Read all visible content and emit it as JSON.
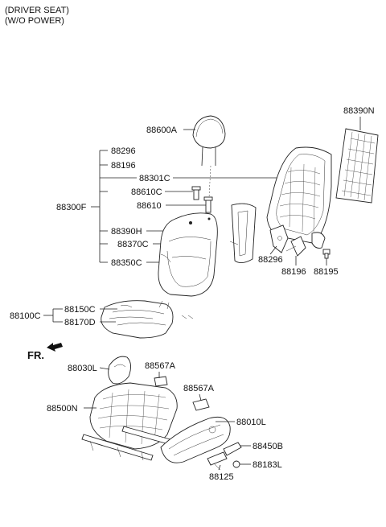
{
  "header": {
    "line1": "(DRIVER SEAT)",
    "line2": "(W/O POWER)"
  },
  "front_label": "FR.",
  "labels": {
    "p88600A": "88600A",
    "p88296_top": "88296",
    "p88196_top": "88196",
    "p88301C": "88301C",
    "p88610C": "88610C",
    "p88300F": "88300F",
    "p88610": "88610",
    "p88390H": "88390H",
    "p88370C": "88370C",
    "p88350C": "88350C",
    "p88390N": "88390N",
    "p88296_bottom": "88296",
    "p88196_bottom": "88196",
    "p88195": "88195",
    "p88100C": "88100C",
    "p88150C": "88150C",
    "p88170D": "88170D",
    "p88030L": "88030L",
    "p88567A_1": "88567A",
    "p88567A_2": "88567A",
    "p88500N": "88500N",
    "p88010L": "88010L",
    "p88450B": "88450B",
    "p88183L": "88183L",
    "p88125": "88125"
  }
}
